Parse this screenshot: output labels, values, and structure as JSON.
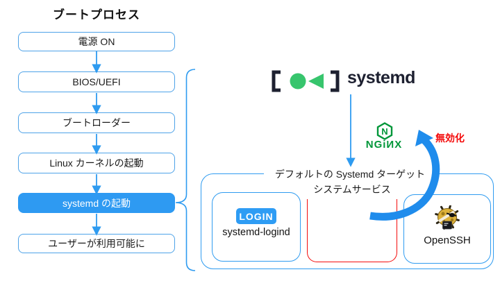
{
  "colors": {
    "blue": "#2e9bf0",
    "box-border": "#4da2e8",
    "highlight": "#2e9af2",
    "badge": "#2e9cf4",
    "red": "#f40b0b",
    "nginx-green": "#009639",
    "systemd-green": "#37c56d",
    "dark": "#1d2030",
    "swoosh": "#1f8cec",
    "text": "#1a1a1a"
  },
  "flowchart": {
    "title": "ブートプロセス",
    "steps": [
      {
        "label": "電源 ON"
      },
      {
        "label": "BIOS/UEFI"
      },
      {
        "label": "ブートローダー"
      },
      {
        "label": "Linux カーネルの起動"
      },
      {
        "label": "systemd の起動",
        "highlight": true
      },
      {
        "label": "ユーザーが利用可能に"
      }
    ]
  },
  "systemd": {
    "wordmark": "systemd"
  },
  "nginx": {
    "letter": "N",
    "wordmark": "NGiИX"
  },
  "annotations": {
    "disable": "無効化"
  },
  "target_panel": {
    "title_line1": "デフォルトの Systemd ターゲット",
    "title_line2": "システムサービス",
    "logind": {
      "badge": "LOGIN",
      "label": "systemd-logind"
    },
    "disabled_slot": {
      "label": ""
    },
    "openssh": {
      "label": "OpenSSH"
    }
  }
}
